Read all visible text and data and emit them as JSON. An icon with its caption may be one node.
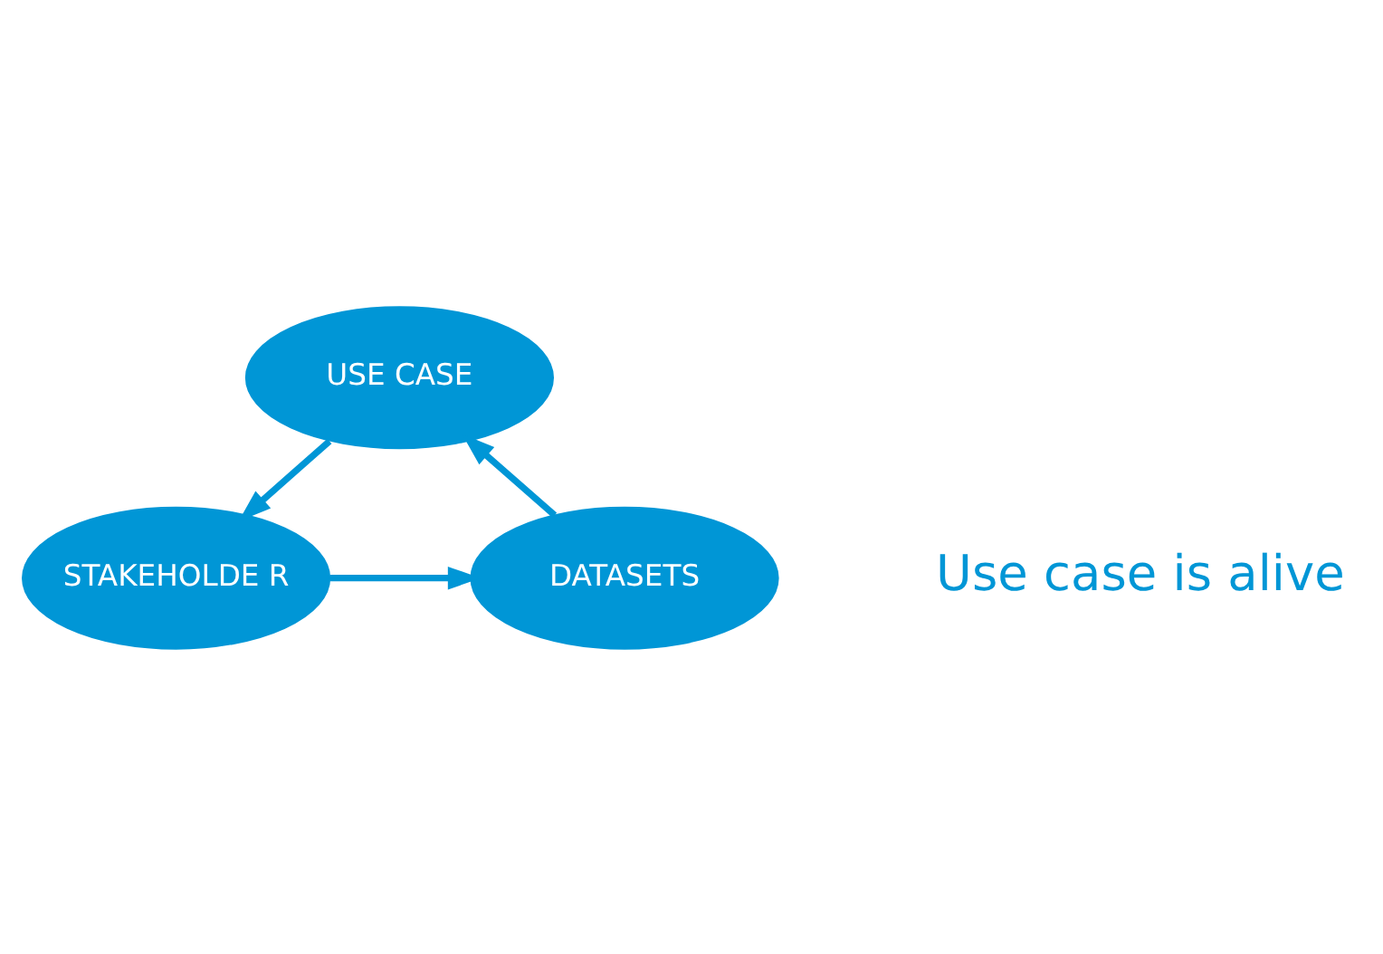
{
  "diagram": {
    "nodes": [
      {
        "text": [
          "USE CASE"
        ]
      },
      {
        "text": [
          "STAKEHOLDE R"
        ]
      },
      {
        "text": [
          "DATASETS"
        ]
      }
    ],
    "edges": [
      {
        "from": 0,
        "to": 1,
        "arrow": "to"
      },
      {
        "from": 1,
        "to": 2,
        "arrow": "to"
      },
      {
        "from": 2,
        "to": 0,
        "arrow": "to"
      }
    ],
    "labels": [
      "Use case is alive"
    ]
  }
}
